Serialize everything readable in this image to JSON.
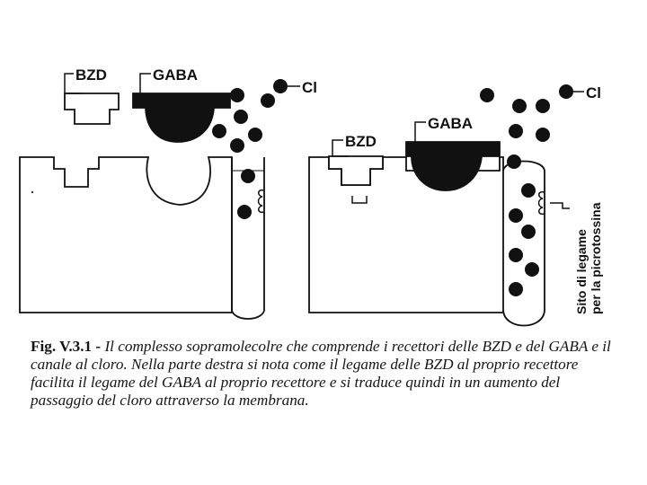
{
  "figure": {
    "label_bzd": "BZD",
    "label_gaba": "GABA",
    "label_cl": "Cl",
    "side_label_line1": "Sito di legame",
    "side_label_line2": "per la picrotossina",
    "colors": {
      "ink": "#111111",
      "paper": "#ffffff"
    }
  },
  "caption": {
    "number": "Fig. V.3.1 -",
    "text": "Il complesso sopramolecolre che comprende i recettori delle BZD e del GABA e il canale al cloro. Nella parte destra si nota come il legame delle BZD al proprio recettore facilita il legame del GABA al proprio recettore e si traduce quindi in un aumento del passaggio del cloro attraverso la membrana."
  }
}
